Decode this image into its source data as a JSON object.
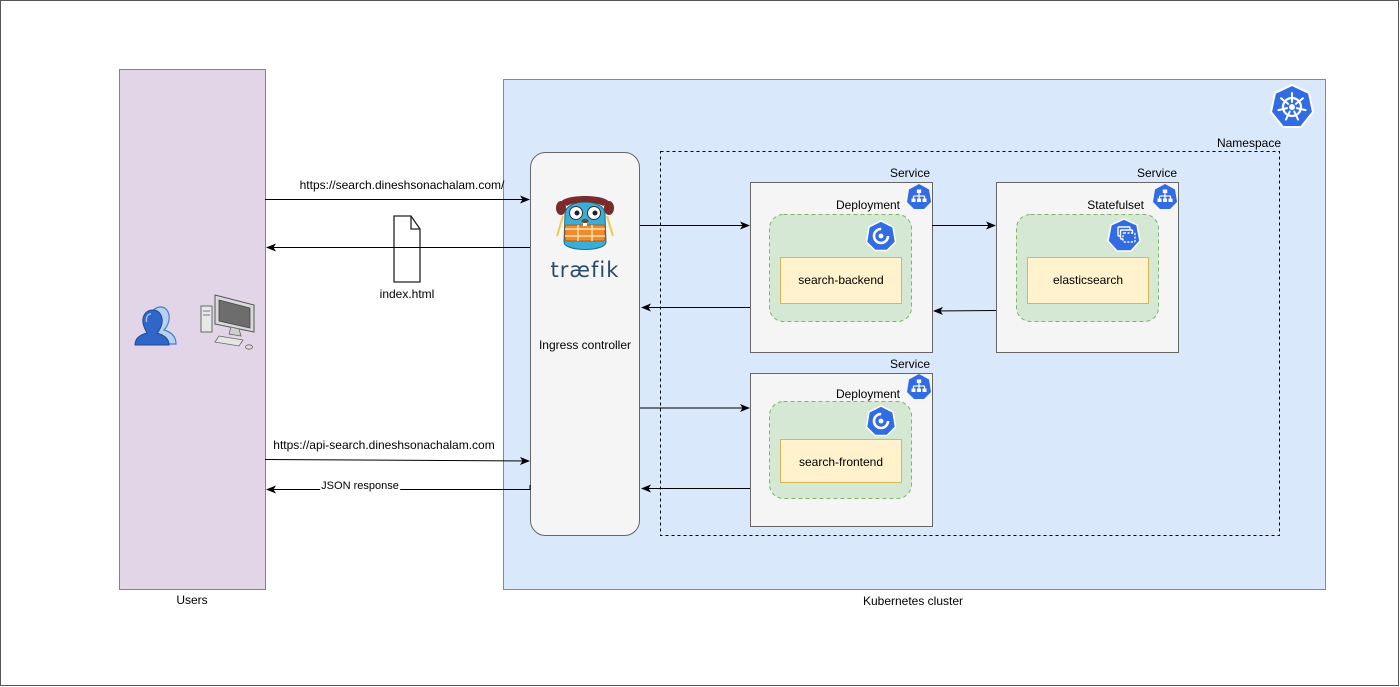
{
  "users": {
    "label": "Users"
  },
  "cluster": {
    "label": "Kubernetes cluster",
    "namespace_label": "Namespace"
  },
  "ingress": {
    "label": "Ingress controller",
    "logo_text": "træfik"
  },
  "services": {
    "backend": {
      "service_label": "Service",
      "deployment_label": "Deployment",
      "pod_label": "search-backend"
    },
    "elastic": {
      "service_label": "Service",
      "statefulset_label": "Statefulset",
      "pod_label": "elasticsearch"
    },
    "frontend": {
      "service_label": "Service",
      "deployment_label": "Deployment",
      "pod_label": "search-frontend"
    }
  },
  "connections": {
    "search_url": "https://search.dineshsonachalam.com/",
    "file_label": "index.html",
    "api_url": "https://api-search.dineshsonachalam.com",
    "json_label": "JSON response"
  },
  "icons": {
    "users": "users-icon",
    "computer": "computer-icon",
    "file": "file-icon",
    "traefik": "traefik-gopher-logo",
    "kubernetes": "kubernetes-helm-icon",
    "service": "service-icon",
    "deployment": "deployment-icon",
    "statefulset": "statefulset-icon"
  },
  "colors": {
    "users_fill": "#e1d5e7",
    "users_stroke": "#9673a6",
    "cluster_fill": "#dae8fc",
    "cluster_stroke": "#6c8ebf",
    "pod_group_fill": "#d5e8d4",
    "pod_group_stroke": "#82b366",
    "pod_fill": "#fff2cc",
    "pod_stroke": "#d6b656",
    "k8s_blue": "#326ce5"
  }
}
